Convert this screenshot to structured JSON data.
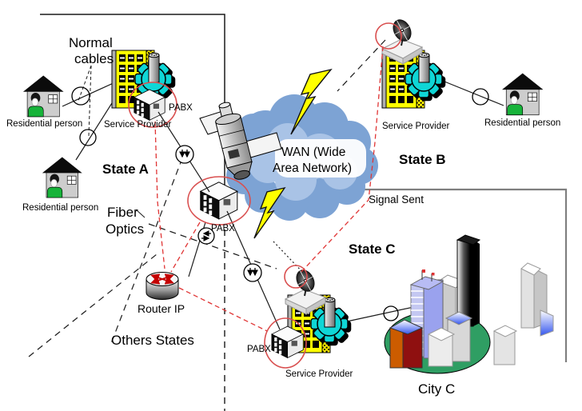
{
  "regions": {
    "state_a": "State A",
    "state_b": "State B",
    "state_c": "State C",
    "others_states": "Others States"
  },
  "wan": {
    "line1": "WAN (Wide",
    "line2": "Area Network)"
  },
  "annotations": {
    "normal_cables_1": "Normal",
    "normal_cables_2": "cables",
    "fiber_optics_1": "Fiber",
    "fiber_optics_2": "Optics",
    "signal_sent": "Signal Sent"
  },
  "nodes": {
    "residential_a1": {
      "label": "Residential person"
    },
    "residential_a2": {
      "label": "Residential person"
    },
    "residential_b": {
      "label": "Residential person"
    },
    "provider_a": {
      "label": "Service Provider"
    },
    "provider_b": {
      "label": "Service Provider"
    },
    "provider_c": {
      "label": "Service Provider"
    },
    "pabx_a": {
      "label": "PABX"
    },
    "pabx_core": {
      "label": "PABX"
    },
    "pabx_c": {
      "label": "PABX"
    },
    "router": {
      "label": "Router IP"
    },
    "city_c": {
      "label": "City C"
    }
  },
  "colors": {
    "building_yellow": "#ffff00",
    "gear_cyan": "#0fd6d6",
    "alert_red": "#d94f4f",
    "signal_red": "#e03535",
    "label_red": "#ee1111",
    "cloud_blue": "#7da3d4",
    "cloud_light": "#a9c3e6",
    "city_green": "#2f9e63",
    "bolt_yellow": "#ffff00",
    "frame_gray": "#7f7f7f"
  }
}
